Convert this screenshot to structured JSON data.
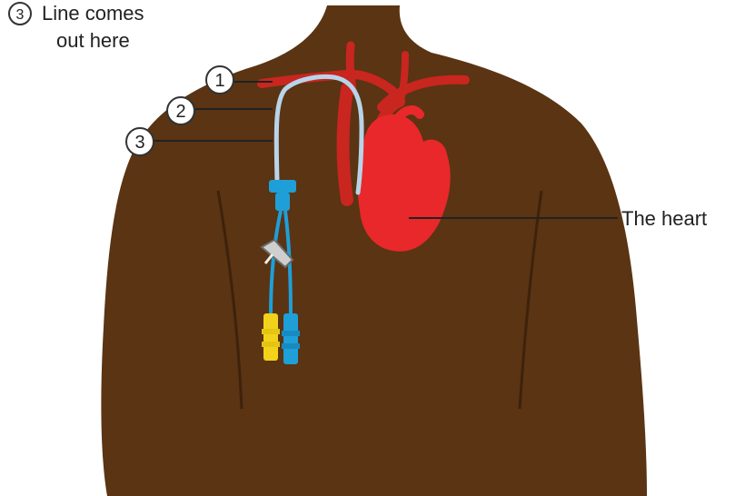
{
  "header_note": {
    "number": "3",
    "line1": "Line comes",
    "line2": "out here"
  },
  "markers": [
    {
      "number": "1"
    },
    {
      "number": "2"
    },
    {
      "number": "3"
    }
  ],
  "heart_label": "The heart",
  "colors": {
    "skin": "#5a3413",
    "heart": "#e8282a",
    "vessel": "#c8261f",
    "catheter": "#b8d4ea",
    "lumen_blue": "#1f9fd8",
    "clamp_yellow": "#f2d21a",
    "leader_line": "#222222"
  }
}
